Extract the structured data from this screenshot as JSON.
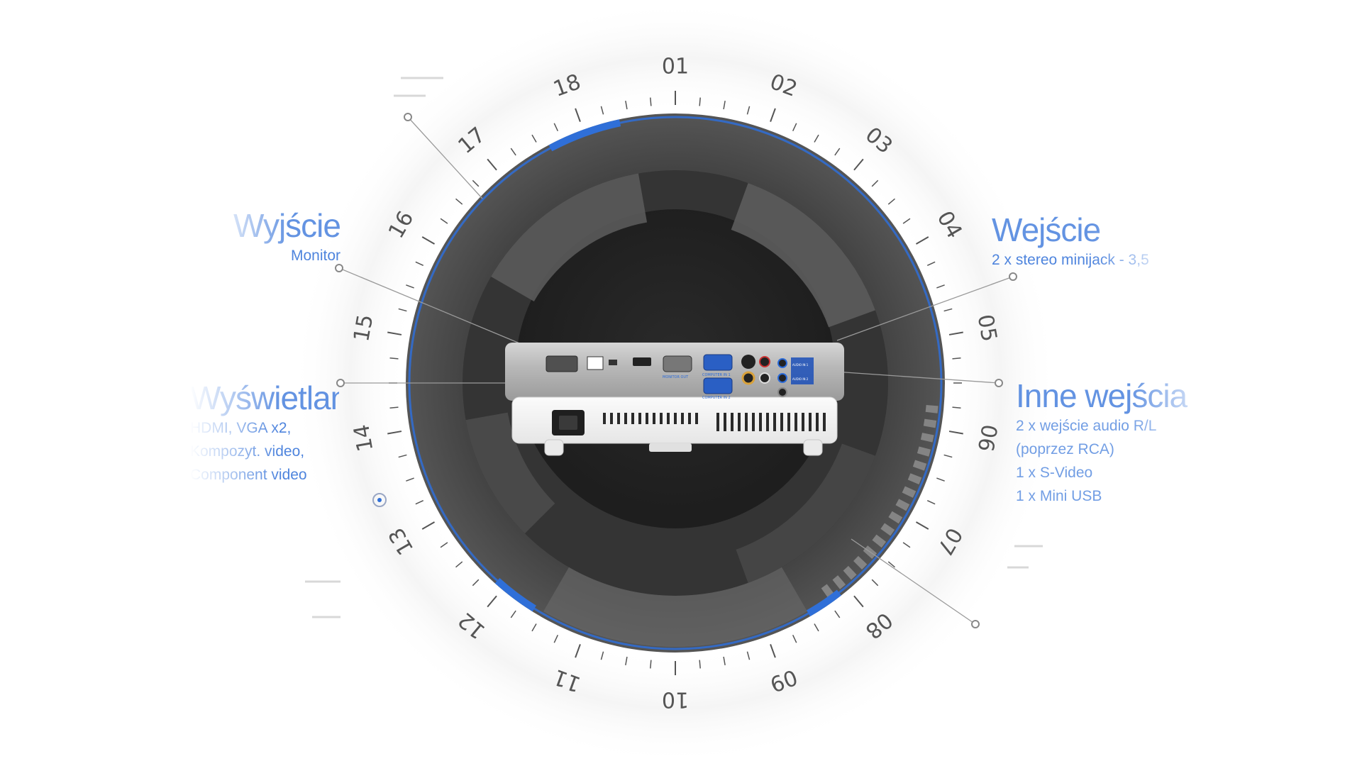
{
  "dial": {
    "numbers": [
      "01",
      "02",
      "03",
      "04",
      "05",
      "06",
      "07",
      "08",
      "09",
      "10",
      "11",
      "12",
      "13",
      "14",
      "15",
      "16",
      "17",
      "18"
    ]
  },
  "callouts": {
    "output_top": {
      "title": "Wyjście",
      "lines": [
        "Monitor"
      ]
    },
    "output_bottom": {
      "title": "Wyświetlanie",
      "lines": [
        "HDMI, VGA x2,",
        "Kompozyt. video,",
        "Component video"
      ]
    },
    "input_audio": {
      "title": "Wejście",
      "lines": [
        "2 x stereo minijack - 3,5"
      ]
    },
    "other": {
      "title": "Inne wejścia",
      "lines": [
        "2 x wejście audio R/L",
        "(poprzez RCA)",
        "1 x S-Video",
        "1 x Mini USB"
      ]
    }
  },
  "projector": {
    "port_labels": [
      "MONITOR OUT",
      "COMPUTER IN 1",
      "COMPUTER IN 2",
      "AUDIO IN 1",
      "AUDIO IN 2"
    ]
  },
  "colors": {
    "accent": "#2f6fd8",
    "ring_dark": "#3a3a3a",
    "ring_mid": "#555555",
    "tick": "#555555"
  }
}
